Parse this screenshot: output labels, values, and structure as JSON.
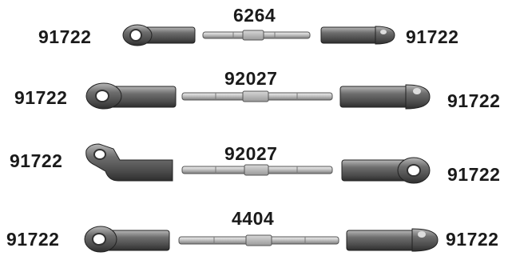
{
  "colors": {
    "part_dark": "#3a3a3a",
    "part_mid": "#7a7a7a",
    "part_light": "#cfcfcf",
    "label": "#1a1a1a"
  },
  "rows": [
    {
      "left_part": "91722",
      "center_part": "6264",
      "right_part": "91722"
    },
    {
      "left_part": "91722",
      "center_part": "92027",
      "right_part": "91722"
    },
    {
      "left_part": "91722",
      "center_part": "92027",
      "right_part": "91722"
    },
    {
      "left_part": "91722",
      "center_part": "4404",
      "right_part": "91722"
    }
  ]
}
